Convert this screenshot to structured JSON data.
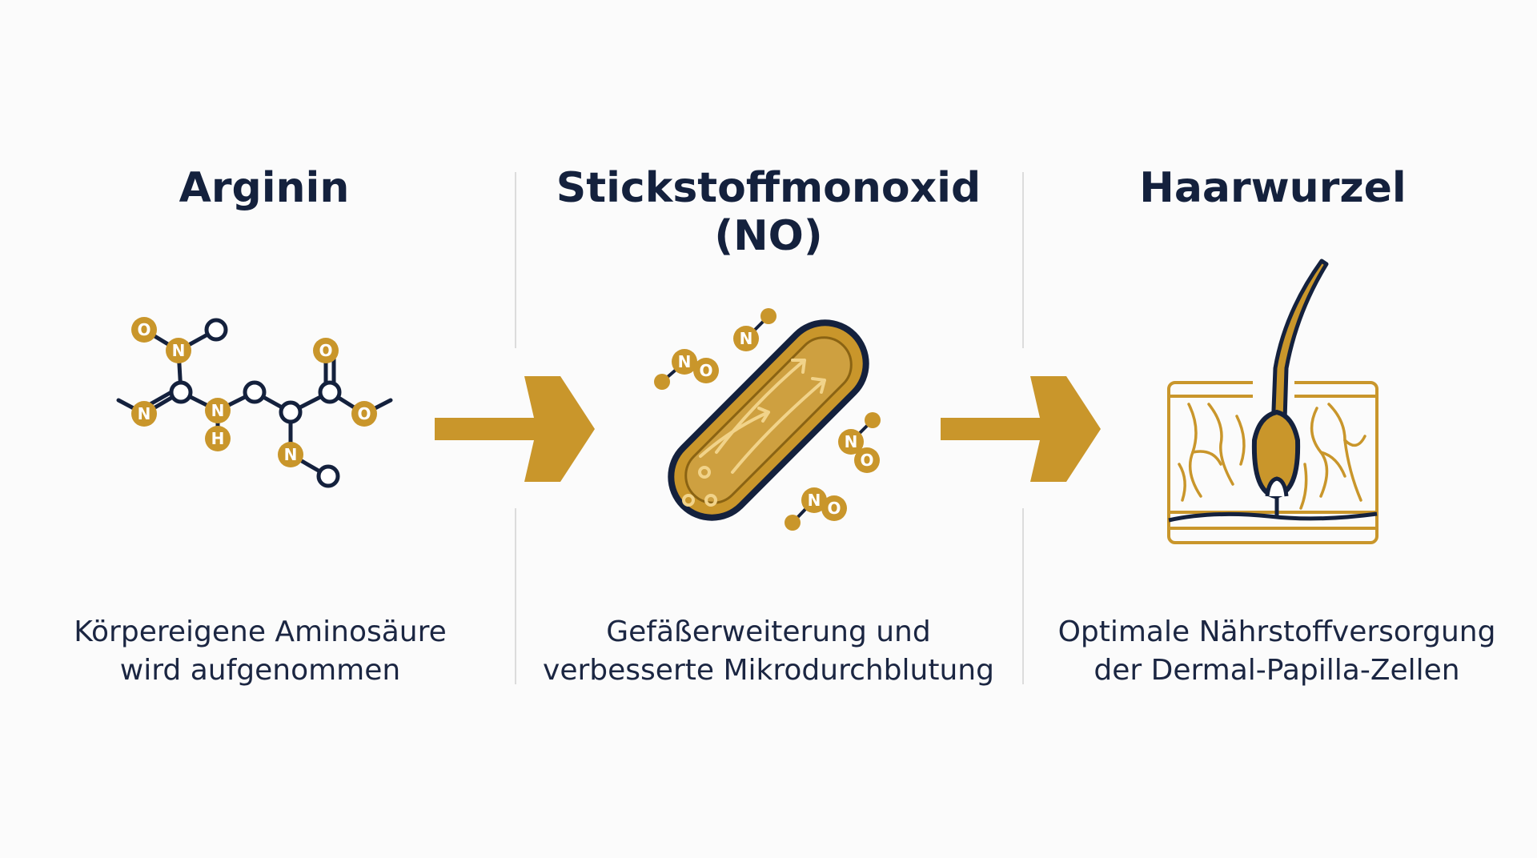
{
  "steps": [
    {
      "title_lines": [
        "Arginin"
      ],
      "description_lines": [
        "Körpereigene Aminosäure",
        "wird aufgenommen"
      ]
    },
    {
      "title_lines": [
        "Stickstoffmonoxid",
        "(NO)"
      ],
      "description_lines": [
        "Gefäßerweiterung und",
        "verbesserte Mikrodurchblutung"
      ]
    },
    {
      "title_lines": [
        "Haarwurzel"
      ],
      "description_lines": [
        "Optimale Nährstoffversorgung",
        "der Dermal-Papilla-Zellen"
      ]
    }
  ],
  "molecule_atoms": [
    "O",
    "N",
    "N",
    "N",
    "H",
    "O",
    "O",
    "N"
  ],
  "no_molecules": [
    {
      "n": "N",
      "o": "O"
    },
    {
      "n": "N",
      "o": ""
    },
    {
      "n": "N",
      "o": "O"
    },
    {
      "n": "N",
      "o": "O"
    }
  ],
  "colors": {
    "accent_gold": "#c9962b",
    "navy": "#14213d",
    "background": "#fbfbfb",
    "divider": "#dcdcdc"
  },
  "icons": [
    "molecule-icon",
    "arrow-right-icon",
    "blood-vessel-icon",
    "hair-follicle-icon"
  ]
}
